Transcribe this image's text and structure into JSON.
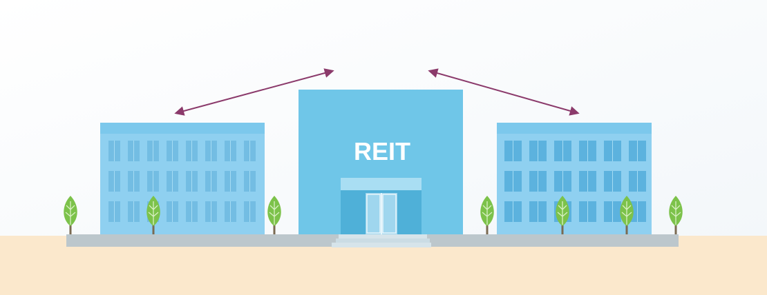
{
  "center_building": {
    "label": "REIT"
  },
  "colors": {
    "sky": "#ffffff",
    "ground": "#fbe8cc",
    "building": "#8fd0f0",
    "building_top": "#7cc8ec",
    "center_building": "#6fc6e8",
    "window": "#73bde3",
    "arrow": "#8b3a6b",
    "tree": "#7cc24a",
    "platform": "#bcc7cc"
  },
  "icons": {
    "arrow_left": "double-headed-arrow",
    "arrow_right": "double-headed-arrow",
    "tree": "tree-icon"
  }
}
